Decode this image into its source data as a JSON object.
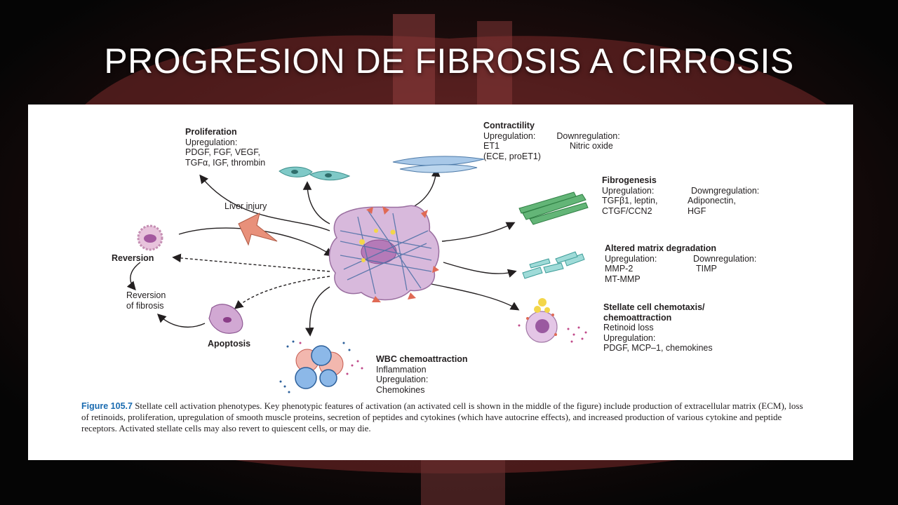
{
  "slide": {
    "title": "PROGRESION DE FIBROSIS A CIRROSIS",
    "colors": {
      "background": "#0a0a0a",
      "title": "#ffffff",
      "caption_label": "#1a6bb0",
      "cell_fill": "#d8b9dc",
      "fibers": "#4a6fa5"
    }
  },
  "figure": {
    "proliferation": {
      "heading": "Proliferation",
      "line1": "Upregulation:",
      "line2": "PDGF, FGF, VEGF,",
      "line3": "TGFα, IGF, thrombin"
    },
    "contractility": {
      "heading": "Contractility",
      "up_label": "Upregulation:",
      "down_label": "Downregulation:",
      "up_line1": "ET1",
      "up_line2": "(ECE, proET1)",
      "down_line1": "Nitric oxide"
    },
    "fibrogenesis": {
      "heading": "Fibrogenesis",
      "up_label": "Upregulation:",
      "down_label": "Downgregulation:",
      "up_line1": "TGFβ1, leptin,",
      "up_line2": "CTGF/CCN2",
      "down_line1": "Adiponectin,",
      "down_line2": "HGF"
    },
    "matrix_degradation": {
      "heading": "Altered matrix degradation",
      "up_label": "Upregulation:",
      "down_label": "Downregulation:",
      "up_line1": "MMP-2",
      "up_line2": "MT-MMP",
      "down_line1": "TIMP"
    },
    "chemotaxis": {
      "heading_line1": "Stellate cell chemotaxis/",
      "heading_line2": "chemoattraction",
      "line1": "Retinoid loss",
      "line2": "Upregulation:",
      "line3": "PDGF, MCP–1, chemokines"
    },
    "wbc": {
      "heading": "WBC chemoattraction",
      "line1": "Inflammation",
      "line2": "Upregulation:",
      "line3": "Chemokines"
    },
    "liver_injury": "Liver injury",
    "reversion": {
      "heading": "Reversion",
      "sub_line1": "Reversion",
      "sub_line2": "of fibrosis"
    },
    "apoptosis": "Apoptosis",
    "caption": {
      "label": "Figure 105.7",
      "text": "Stellate cell activation phenotypes. Key phenotypic features of activation (an activated cell is shown in the middle of the figure) include production of extracellular matrix (ECM), loss of retinoids, proliferation, upregulation of smooth muscle proteins, secretion of peptides and cytokines (which have autocrine effects), and increased production of various cytokine and peptide receptors. Activated stellate cells may also revert to quiescent cells, or may die."
    }
  }
}
